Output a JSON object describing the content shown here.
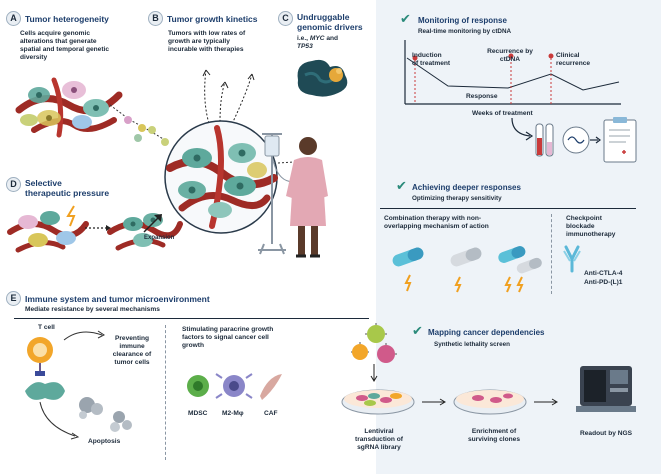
{
  "panelA": {
    "letter": "A",
    "title": "Tumor heterogeneity",
    "desc": [
      "Cells acquire genomic",
      "alterations that generate",
      "spatial and temporal genetic",
      "diversity"
    ]
  },
  "panelB": {
    "letter": "B",
    "title": "Tumor growth kinetics",
    "desc": [
      "Tumors with low rates of",
      "growth are typically",
      "incurable with therapies"
    ]
  },
  "panelC": {
    "letter": "C",
    "title": [
      "Undruggable",
      "genomic drivers"
    ],
    "desc_prefix": "i.e., ",
    "gene1": "MYC",
    "and": " and",
    "gene2": "TP53"
  },
  "panelD": {
    "letter": "D",
    "title": [
      "Selective",
      "therapeutic pressure"
    ],
    "expansion": "Expansion"
  },
  "panelE": {
    "letter": "E",
    "title": "Immune system and tumor microenvironment",
    "subtitle": "Mediate resistance by several mechanisms",
    "tcell": "T cell",
    "preventing": [
      "Preventing",
      "immune",
      "clearance of",
      "tumor cells"
    ],
    "apoptosis": "Apoptosis",
    "stimulating": [
      "Stimulating paracrine growth",
      "factors to signal cancer cell",
      "growth"
    ],
    "cells": [
      "MDSC",
      "M2-Mφ",
      "CAF"
    ]
  },
  "monitoring": {
    "title": "Monitoring of response",
    "subtitle": "Real-time monitoring by ctDNA",
    "induction": [
      "Induction",
      "of treatment"
    ],
    "recurrence_ct": [
      "Recurrence by",
      "ctDNA"
    ],
    "clinical": [
      "Clinical",
      "recurrence"
    ],
    "response": "Response",
    "weeks": "Weeks of treatment"
  },
  "deeper": {
    "title": "Achieving deeper responses",
    "subtitle": "Optimizing therapy sensitivity",
    "combination": [
      "Combination therapy with non-",
      "overlapping mechanism of action"
    ],
    "checkpoint": [
      "Checkpoint",
      "blockade",
      "immunotherapy"
    ],
    "drugs": [
      "Anti-CTLA-4",
      "Anti-PD-(L)1"
    ]
  },
  "mapping": {
    "title": "Mapping cancer dependencies",
    "subtitle": "Synthetic lethality screen",
    "lentiviral": [
      "Lentiviral",
      "transduction of",
      "sgRNA library"
    ],
    "enrichment": [
      "Enrichment of",
      "surviving clones"
    ],
    "readout": "Readout by NGS"
  },
  "colors": {
    "accent_teal": "#2a8a7a",
    "tumor_red": "#9e2b25",
    "tumor_teal": "#5ea99c",
    "panel_bg": "#eef3f8",
    "heading_blue": "#1c3d6b"
  }
}
